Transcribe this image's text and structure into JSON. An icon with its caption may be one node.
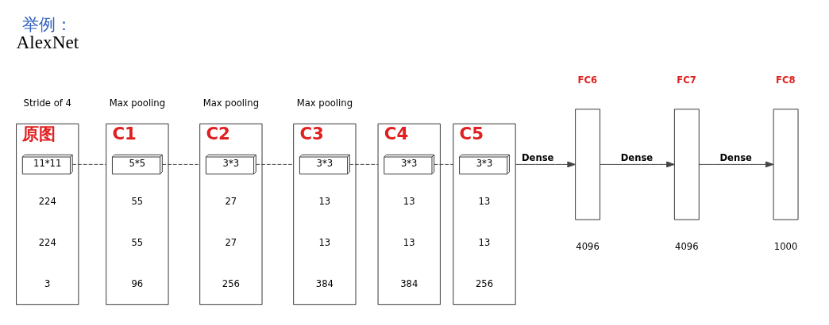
{
  "diagram": {
    "title": "举例：",
    "caption": "AlexNet",
    "nodes": [
      {
        "text": [
          "原图"
        ],
        "beside": [
          "224",
          "224",
          "3"
        ]
      },
      {
        "text": [
          "11*11"
        ],
        "in": 0
      },
      {
        "text": [
          "C1"
        ],
        "beside": [
          "55",
          "55",
          "96"
        ]
      },
      {
        "text": [
          "5*5"
        ],
        "in": 2
      },
      {
        "text": [
          "C2"
        ],
        "beside": [
          "27",
          "27",
          "256"
        ]
      },
      {
        "text": [
          "3*3"
        ],
        "in": 4
      },
      {
        "text": [
          "C3"
        ],
        "beside": [
          "13",
          "13",
          "384"
        ]
      },
      {
        "text": [
          "3*3"
        ],
        "in": 6
      },
      {
        "text": [
          "C4"
        ],
        "beside": [
          "13",
          "13",
          "384"
        ]
      },
      {
        "text": [
          "3*3"
        ],
        "in": 8
      },
      {
        "text": [
          "C5"
        ],
        "beside": [
          "13",
          "13",
          "256"
        ]
      },
      {
        "text": [
          "3*3"
        ],
        "in": 10
      },
      {
        "text": [
          "FC6"
        ],
        "beside": [
          "4096"
        ]
      },
      {
        "text": [
          "FC7"
        ],
        "beside": [
          "4096"
        ]
      },
      {
        "text": [
          "FC8"
        ],
        "beside": [
          "1000"
        ]
      }
    ],
    "edges": [
      {
        "from": 1,
        "to": 2,
        "arrow": "none",
        "style": "dashed"
      },
      {
        "from": 3,
        "to": 4,
        "arrow": "none",
        "style": "dashed"
      },
      {
        "from": 5,
        "to": 6,
        "arrow": "none",
        "style": "dashed"
      },
      {
        "from": 7,
        "to": 8,
        "arrow": "none",
        "style": "dashed"
      },
      {
        "from": 9,
        "to": 10,
        "arrow": "none",
        "style": "dashed"
      },
      {
        "from": 10,
        "to": 12,
        "arrow": "to",
        "label": "Dense"
      },
      {
        "from": 12,
        "to": 13,
        "arrow": "to",
        "label": "Dense"
      },
      {
        "from": 13,
        "to": 14,
        "arrow": "to",
        "label": "Dense"
      }
    ],
    "labels": [
      "Stride of 4",
      "Max pooling",
      "Max pooling",
      "Max pooling"
    ]
  }
}
